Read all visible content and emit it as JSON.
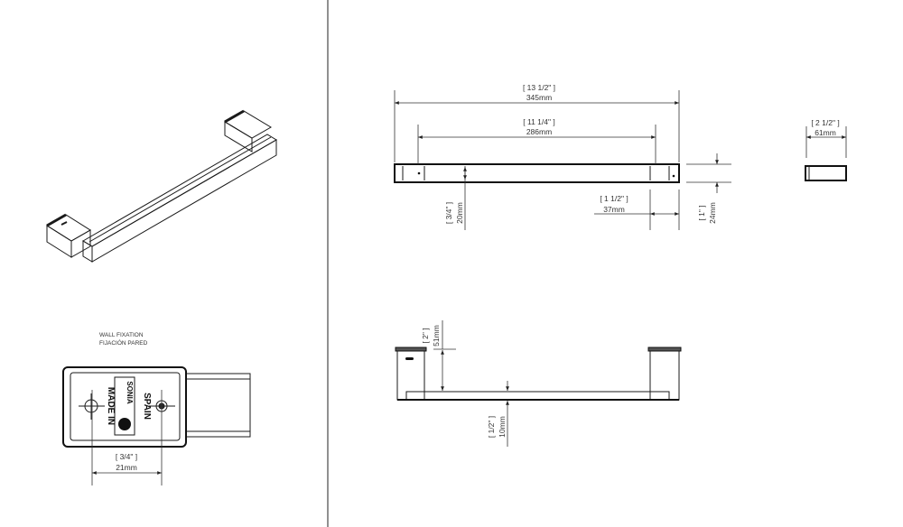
{
  "front_view": {
    "overall_length": {
      "inch": "[ 13 1/2\" ]",
      "mm": "345mm"
    },
    "bracket_spacing": {
      "inch": "[ 11 1/4\" ]",
      "mm": "286mm"
    },
    "bar_height": {
      "inch": "[ 3/4\" ]",
      "mm": "20mm"
    },
    "bracket_width": {
      "inch": "[ 1 1/2\" ]",
      "mm": "37mm"
    },
    "bracket_height": {
      "inch": "[ 1\" ]",
      "mm": "24mm"
    }
  },
  "side_view": {
    "projection": {
      "inch": "[ 2 1/2\" ]",
      "mm": "61mm"
    }
  },
  "top_view": {
    "bracket_depth": {
      "inch": "[ 2\" ]",
      "mm": "51mm"
    },
    "bar_thickness": {
      "inch": "[ 1/2\" ]",
      "mm": "10mm"
    }
  },
  "wall_fixation": {
    "title_en": "WALL FIXATION",
    "title_es": "FIJACIÓN PARED",
    "stamp_line1": "MADE IN",
    "stamp_brand": "SONIA",
    "stamp_line2": "SPAIN",
    "hole_spacing": {
      "inch": "[ 3/4\" ]",
      "mm": "21mm"
    }
  }
}
